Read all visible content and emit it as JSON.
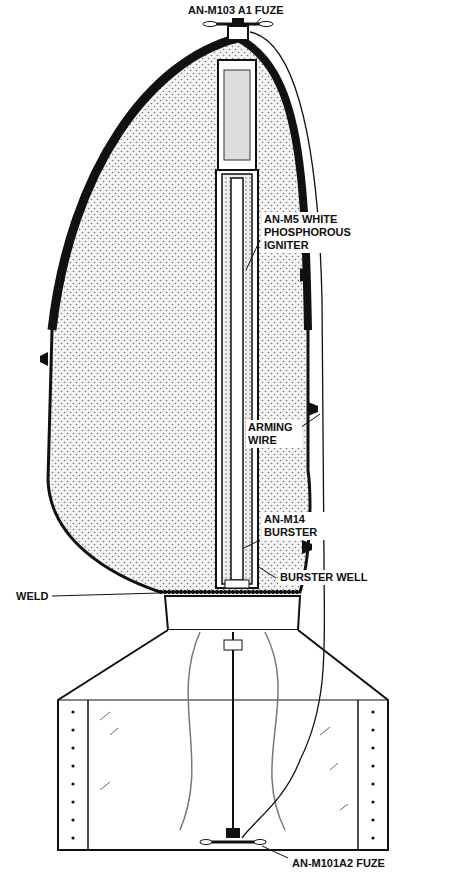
{
  "diagram": {
    "labels": [
      "AN-M103 A1 FUZE",
      "AN-M5 WHITE PHOSPHOROUS IGNITER",
      "ARMING WIRE",
      "AN-M14 BURSTER",
      "BURSTER WELL",
      "WELD",
      "AN-M101A2 FUZE"
    ]
  }
}
